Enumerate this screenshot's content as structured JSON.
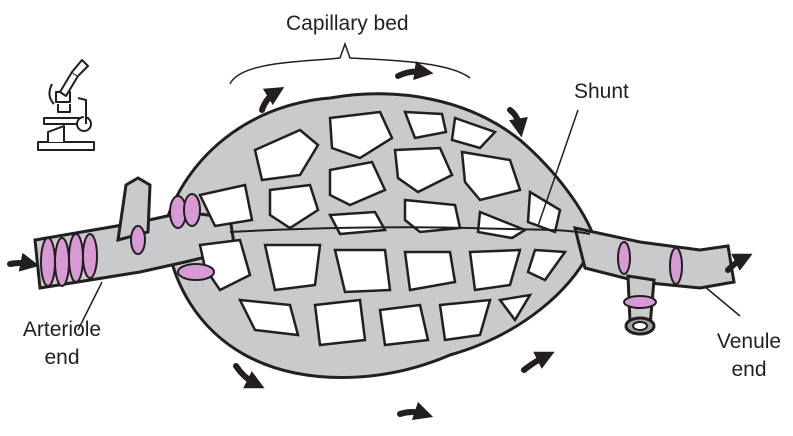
{
  "labels": {
    "capillary_bed": "Capillary bed",
    "shunt": "Shunt",
    "arteriole_line1": "Arteriole",
    "arteriole_line2": "end",
    "venule_line1": "Venule",
    "venule_line2": "end"
  },
  "icons": {
    "microscope": "microscope-icon",
    "flow_arrow": "flow-arrow-icon"
  },
  "colors": {
    "vessel_fill": "#c9cacc",
    "vessel_stroke": "#231f20",
    "sphincter": "#d79ad4",
    "background": "#ffffff"
  }
}
